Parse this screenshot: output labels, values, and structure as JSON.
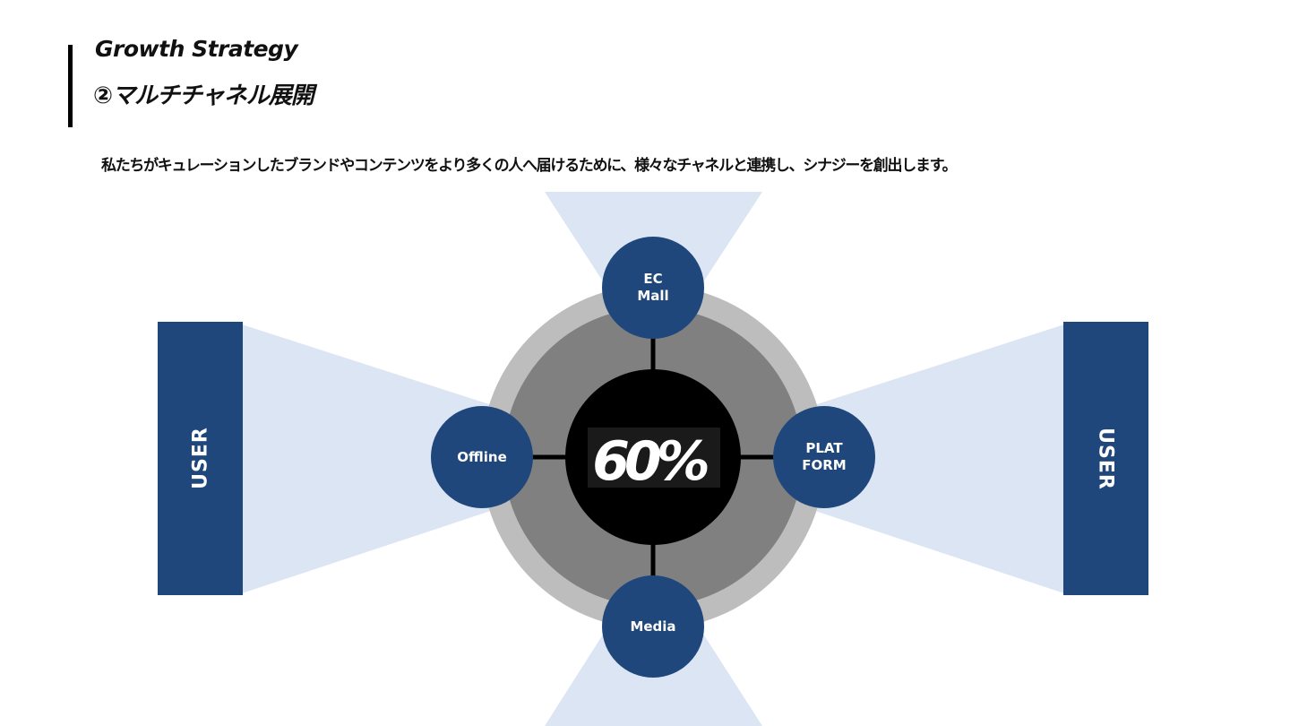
{
  "header": {
    "subtitle": "Growth Strategy",
    "title": "②マルチチャネル展開"
  },
  "description": "私たちがキュレーションしたブランドやコンテンツをより多くの人へ届けるために、様々なチャネルと連携し、シナジーを創出します。",
  "diagram": {
    "center_logo": "60%",
    "nodes": {
      "top": [
        "EC",
        "Mall"
      ],
      "left": [
        "Offline"
      ],
      "right": [
        "PLAT",
        "FORM"
      ],
      "bottom": [
        "Media"
      ]
    },
    "users": {
      "left": "USER",
      "right": "USER"
    }
  },
  "colors": {
    "navy": "#1f477b",
    "light_blue": "#dbe5f3",
    "outer_ring": "#bdbdbd",
    "inner_ring": "#808080",
    "core": "#000000"
  }
}
